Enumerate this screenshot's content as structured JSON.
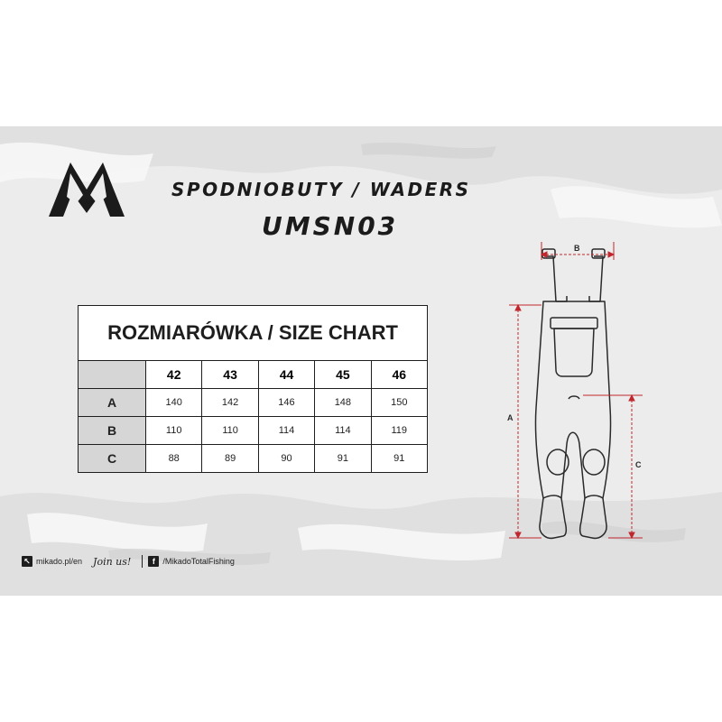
{
  "header": {
    "title": "SPODNIOBUTY / WADERS",
    "model": "UMSN03"
  },
  "size_chart": {
    "title": "ROZMIARÓWKA / SIZE CHART",
    "sizes": [
      "42",
      "43",
      "44",
      "45",
      "46"
    ],
    "rows": [
      {
        "label": "A",
        "values": [
          "140",
          "142",
          "146",
          "148",
          "150"
        ]
      },
      {
        "label": "B",
        "values": [
          "110",
          "110",
          "114",
          "114",
          "119"
        ]
      },
      {
        "label": "C",
        "values": [
          "88",
          "89",
          "90",
          "91",
          "91"
        ]
      }
    ]
  },
  "diagram": {
    "label_a": "A",
    "label_b": "B",
    "label_c": "C",
    "dimension_color": "#c0272d"
  },
  "footer": {
    "website": "mikado.pl/en",
    "join": "Join us!",
    "facebook": "/MikadoTotalFishing"
  },
  "colors": {
    "panel_bg": "#ececec",
    "ink": "#1e1e1e",
    "row_header_bg": "#d6d6d6"
  }
}
